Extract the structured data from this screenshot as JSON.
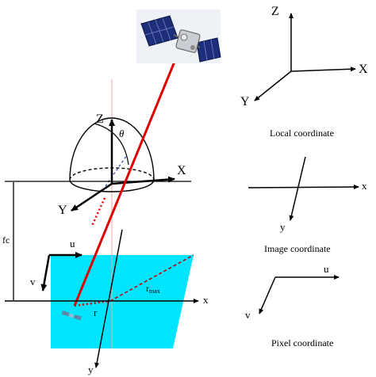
{
  "axes": {
    "z_upper": "Z",
    "theta": "θ",
    "x_upper": "X",
    "y_upper": "Y",
    "fc": "fc",
    "u": "u",
    "v": "v",
    "r": "r",
    "r_max_main": "r",
    "r_max_sub": "max",
    "x_lower": "x",
    "y_lower": "y"
  },
  "right_panel": {
    "local": {
      "z": "Z",
      "x": "X",
      "y": "Y",
      "caption": "Local coordinate"
    },
    "image": {
      "x": "x",
      "y": "y",
      "caption": "Image coordinate"
    },
    "pixel": {
      "u": "u",
      "v": "v",
      "caption": "Pixel coordinate"
    }
  },
  "colors": {
    "plane": "#00e5ff",
    "ray": "#e00000",
    "axis": "#000000",
    "satellite_panel": "#1d2f7a"
  },
  "icons": [
    "satellite-icon",
    "ground-target-icon"
  ]
}
